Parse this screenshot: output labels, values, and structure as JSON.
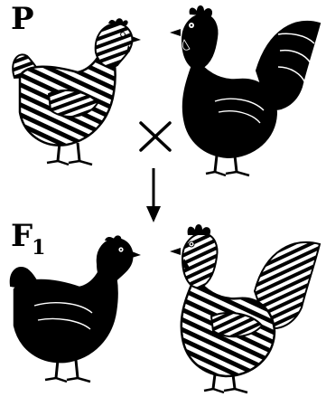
{
  "labels": {
    "parental": "P",
    "filial_main": "F",
    "filial_sub": "1"
  },
  "symbols": {
    "cross": "cross-symbol",
    "arrow": "down-arrow"
  },
  "icons": {
    "p_hen": "barred-hen-icon",
    "p_rooster": "black-rooster-icon",
    "f1_hen": "black-hen-icon",
    "f1_rooster": "barred-rooster-icon"
  },
  "colors": {
    "ink": "#000000",
    "paper": "#ffffff",
    "bar_light": "#ffffff"
  }
}
